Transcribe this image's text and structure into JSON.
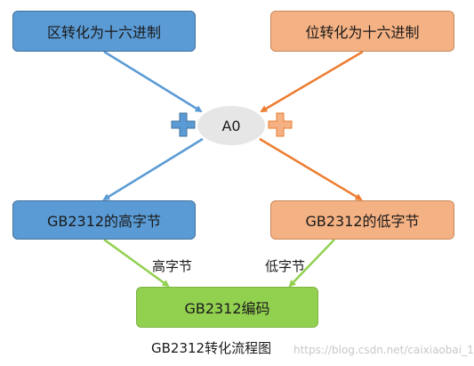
{
  "nodes": {
    "quwei_hex": "区转化为十六进制",
    "weiwei_hex": "位转化为十六进制",
    "a0": "A0",
    "high_byte": "GB2312的高字节",
    "low_byte": "GB2312的低字节",
    "gb2312_code": "GB2312编码"
  },
  "edge_labels": {
    "high": "高字节",
    "low": "低字节"
  },
  "caption": "GB2312转化流程图",
  "watermark": "https://blog.csdn.net/caixiaobai_1",
  "colors": {
    "blue": "#5b9bd5",
    "orange": "#f4b183",
    "green": "#92d050",
    "gray": "#e6e6e6"
  }
}
